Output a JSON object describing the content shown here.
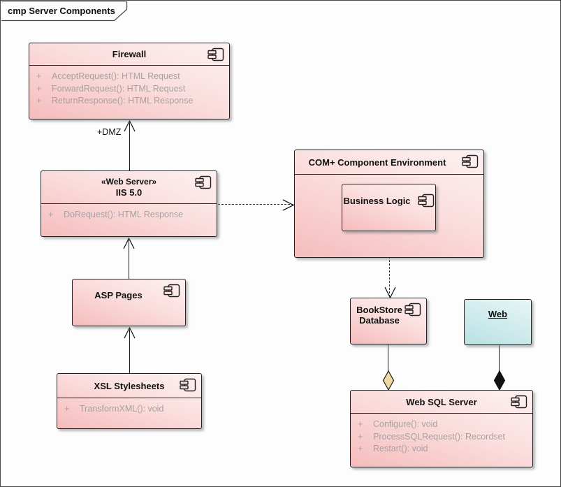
{
  "frame": {
    "label": "cmp Server Components"
  },
  "colors": {
    "node_fill_light": "#fdf1f1",
    "node_fill_dark": "#f5bcbc",
    "node_border": "#222222",
    "teal_fill_light": "#e6f6f6",
    "teal_fill_dark": "#b9e1e3",
    "operation_text": "#a9a1a1",
    "aggregation_diamond": "#efd7a4",
    "composition_diamond": "#111111",
    "connector": "#1a1a1a"
  },
  "nodes": {
    "firewall": {
      "title": "Firewall",
      "operations": [
        {
          "vis": "+",
          "sig": "AcceptRequest(): HTML Request"
        },
        {
          "vis": "+",
          "sig": "ForwardRequest(): HTML Request"
        },
        {
          "vis": "+",
          "sig": "ReturnResponse(): HTML Response"
        }
      ]
    },
    "iis": {
      "stereotype": "«Web Server»",
      "title": "IIS 5.0",
      "operations": [
        {
          "vis": "+",
          "sig": "DoRequest(): HTML Response"
        }
      ]
    },
    "asp": {
      "title": "ASP Pages"
    },
    "xsl": {
      "title": "XSL Stylesheets",
      "operations": [
        {
          "vis": "+",
          "sig": "TransformXML(): void"
        }
      ]
    },
    "com_env": {
      "title": "COM+ Component Environment"
    },
    "business_logic": {
      "title": "Business Logic"
    },
    "bookstore": {
      "title_line1": "BookStore",
      "title_line2": "Database"
    },
    "web": {
      "title": "Web"
    },
    "web_sql": {
      "title": "Web SQL Server",
      "operations": [
        {
          "vis": "+",
          "sig": "Configure(): void"
        },
        {
          "vis": "+",
          "sig": "ProcessSQLRequest(): Recordset"
        },
        {
          "vis": "+",
          "sig": "Restart(): void"
        }
      ]
    }
  },
  "connectors": {
    "dmz_label": "+DMZ"
  }
}
